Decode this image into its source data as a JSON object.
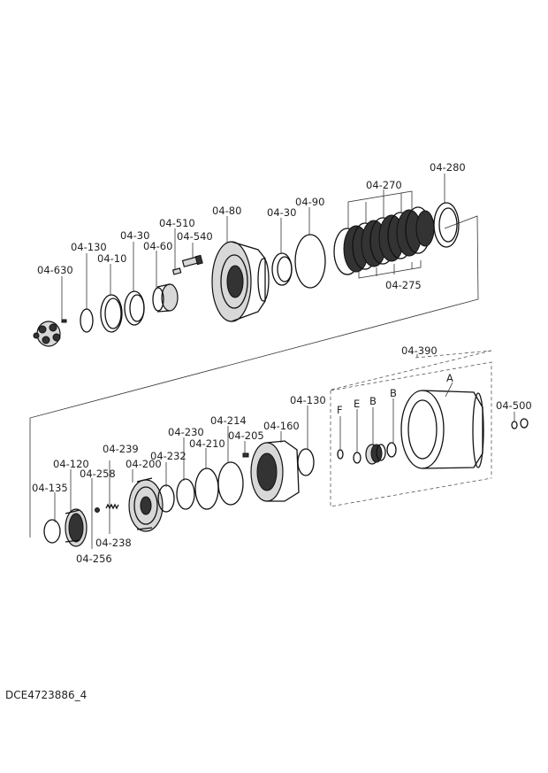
{
  "document_id": "DCE4723886_4",
  "labels": {
    "p04_630": "04-630",
    "p04_130a": "04-130",
    "p04_10": "04-10",
    "p04_30a": "04-30",
    "p04_60": "04-60",
    "p04_510": "04-510",
    "p04_540": "04-540",
    "p04_80": "04-80",
    "p04_30b": "04-30",
    "p04_90": "04-90",
    "p04_270": "04-270",
    "p04_275": "04-275",
    "p04_280": "04-280",
    "p04_390": "04-390",
    "p04_500": "04-500",
    "pA": "A",
    "pB1": "B",
    "pB2": "B",
    "pE": "E",
    "pF": "F",
    "p04_130b": "04-130",
    "p04_160": "04-160",
    "p04_214": "04-214",
    "p04_205": "04-205",
    "p04_230": "04-230",
    "p04_210": "04-210",
    "p04_232": "04-232",
    "p04_239": "04-239",
    "p04_200": "04-200",
    "p04_120": "04-120",
    "p04_258": "04-258",
    "p04_135": "04-135",
    "p04_238": "04-238",
    "p04_256": "04-256"
  }
}
